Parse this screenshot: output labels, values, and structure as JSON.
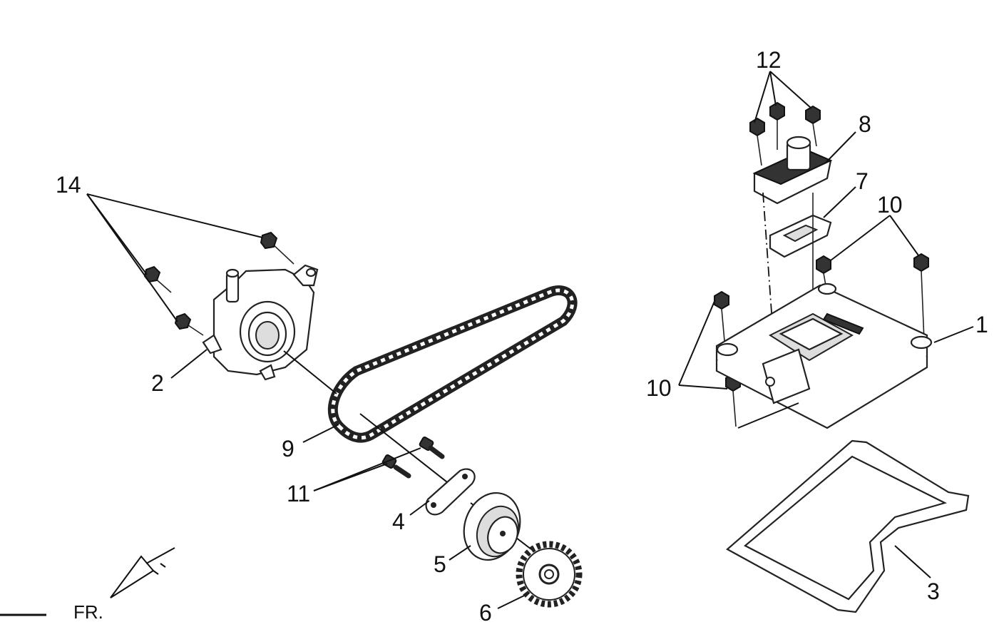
{
  "diagram": {
    "direction_label": "FR.",
    "callouts": {
      "p1": "1",
      "p2": "2",
      "p3": "3",
      "p4": "4",
      "p5": "5",
      "p6": "6",
      "p7": "7",
      "p8": "8",
      "p9": "9",
      "p10a": "10",
      "p10b": "10",
      "p11": "11",
      "p12": "12",
      "p14": "14"
    }
  }
}
